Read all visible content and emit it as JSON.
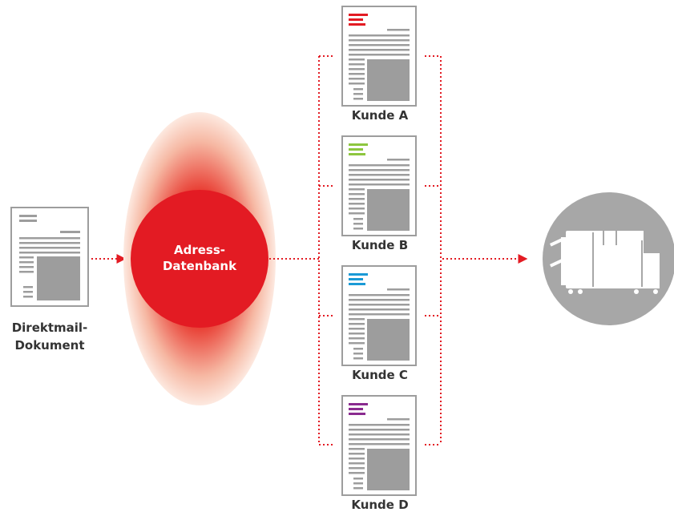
{
  "source": {
    "label_line1": "Direktmail-",
    "label_line2": "Dokument"
  },
  "database": {
    "label_line1": "Adress-",
    "label_line2": "Datenbank",
    "color": "#e31b23"
  },
  "customers": [
    {
      "label": "Kunde A",
      "accent": "#e31b23"
    },
    {
      "label": "Kunde B",
      "accent": "#8dc63f"
    },
    {
      "label": "Kunde C",
      "accent": "#1a9ad6"
    },
    {
      "label": "Kunde D",
      "accent": "#8a2b8f"
    }
  ],
  "printer": {
    "icon": "printer-icon"
  },
  "colors": {
    "connector": "#e31b23",
    "document_gray": "#9d9d9d",
    "printer_bg": "#a7a7a7"
  }
}
